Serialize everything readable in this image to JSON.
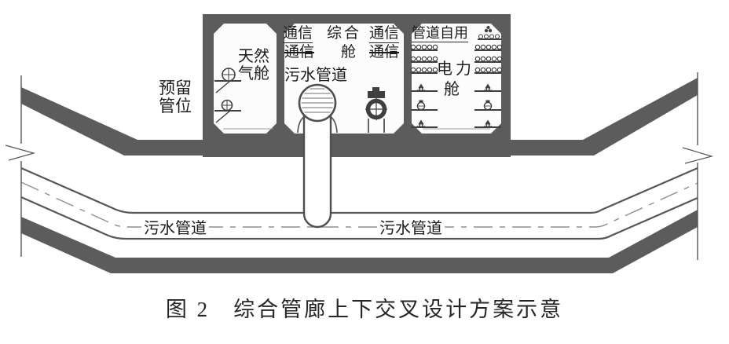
{
  "colors": {
    "structure_gray": "#5c5c5c",
    "outline_gray": "#4e4e4e",
    "text_color": "#1c1c1c"
  },
  "diagram": {
    "reserved_pipe": {
      "line1": "预留",
      "line2": "管位"
    },
    "gas_cabin": {
      "line1": "天然",
      "line2": "气舱"
    },
    "composite_cabin": {
      "line1": "综合",
      "line2": "舱"
    },
    "comm_left_top": "通信",
    "comm_left_bottom": "通信",
    "comm_right_top": "通信",
    "comm_right_bottom": "通信",
    "sewage_pipe_upper": "污水管道",
    "pipe_self_use": "管道自用",
    "power_cabin": {
      "line1": "电力",
      "line2": "舱"
    },
    "sewage_pipe_lower_left": "污水管道",
    "sewage_pipe_lower_right": "污水管道"
  },
  "caption": "图 2　综合管廊上下交叉设计方案示意"
}
